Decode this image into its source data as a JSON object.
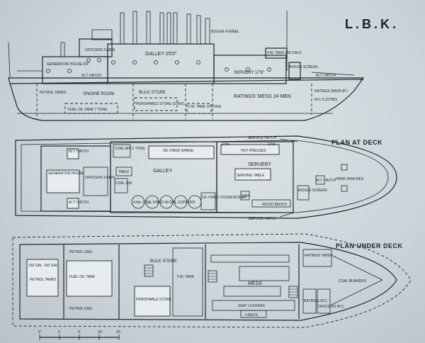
{
  "title": "L.B.K.",
  "sections": {
    "elevation": {
      "boiler_funnel": "BOILER FUNNEL",
      "galley": "GALLEY 25'0\"",
      "officers_cabin": "OFFICERS CABIN",
      "generator_house": "GENERATOR HOUSE 8'6\"",
      "fw_tank_top": "F.W. TANK 800 GALS",
      "servery": "SERVERY 17'6\"",
      "boiler_screen": "BOILER SCREEN",
      "wt_hatch_fwd": "W.T. HATCH",
      "wt_hatch_aft": "W.T. HATCH",
      "petrol_tanks": "PETROL TANKS",
      "engine_room": "ENGINE ROOM",
      "fuel_oil_tank": "FUEL OIL TANK 7 TONS",
      "bulk_store": "BULK STORE",
      "perishable_store": "PERISHABLE STORE (STBD)",
      "fw_tank_lower": "F.W. TANK 10 TONS",
      "ratings_mess": "RATINGS' MESS 24 MEN",
      "ratings_wash": "RATINGS WASH (P.)",
      "wcs": "W.C.S (STBD)"
    },
    "plan_at_deck": {
      "heading": "PLAN AT DECK",
      "wt_hatch_1": "W.T. HATCH",
      "wt_hatch_2": "W.T. HATCH",
      "generator_house": "GENERATOR HOUSE",
      "officers_cabin": "OFFICERS CABIN",
      "coal_bin": "COAL BIN 2 TONS",
      "oil_fired_range": "OIL FIRED RANGE",
      "table": "TABLE",
      "galley": "GALLEY",
      "coal_bin_small": "COAL BIN",
      "coppers": "4 No. COAL FIRED 40 GAL COPPERS",
      "steam_boiler": "OIL FIRED STEAM BOILER",
      "hot_presses": "HOT PRESSES",
      "two_no": "2 No.",
      "one_no": "1 No.",
      "servery": "SERVERY",
      "serving_table": "SERVING TABLE",
      "sink": "SINK",
      "wood_bench": "WOOD BENCH",
      "boiler_screen": "BOILER SCREEN",
      "wt_hatch_fwd": "W.T. HATCH",
      "hand_winches": "HAND WINCHES",
      "service_hatch_top": "SERVICE HATCH",
      "service_hatch_bottom": "SERVICE HATCH"
    },
    "plan_under_deck": {
      "heading": "PLAN UNDER DECK",
      "petrol_eng_top": "PETROL ENG.",
      "petrol_eng_bottom": "PETROL ENG.",
      "tank_150_gal": "150 GAL",
      "tank_150_gal_2": "150 GAL",
      "petrol_tanks": "PETROL TANKS",
      "fuel_oil_tank": "FUEL OIL TANK",
      "bulk_store": "BULK STORE",
      "fw_tank": "F.W. TANK",
      "perishable_store": "PERISHABLE STORE",
      "mess": "MESS",
      "seat_lockers": "SEAT LOCKERS",
      "three_beds": "3 BEDS",
      "ratings_wash": "RATINGS' WASH",
      "coal_bunkers": "COAL BUNKERS",
      "ratings_wc": "RATINGS W.C.",
      "officers_wc": "OFFICERS W.C."
    }
  },
  "scale_bar": {
    "labels": [
      "5'",
      "0",
      "5'",
      "10'",
      "20'"
    ]
  }
}
